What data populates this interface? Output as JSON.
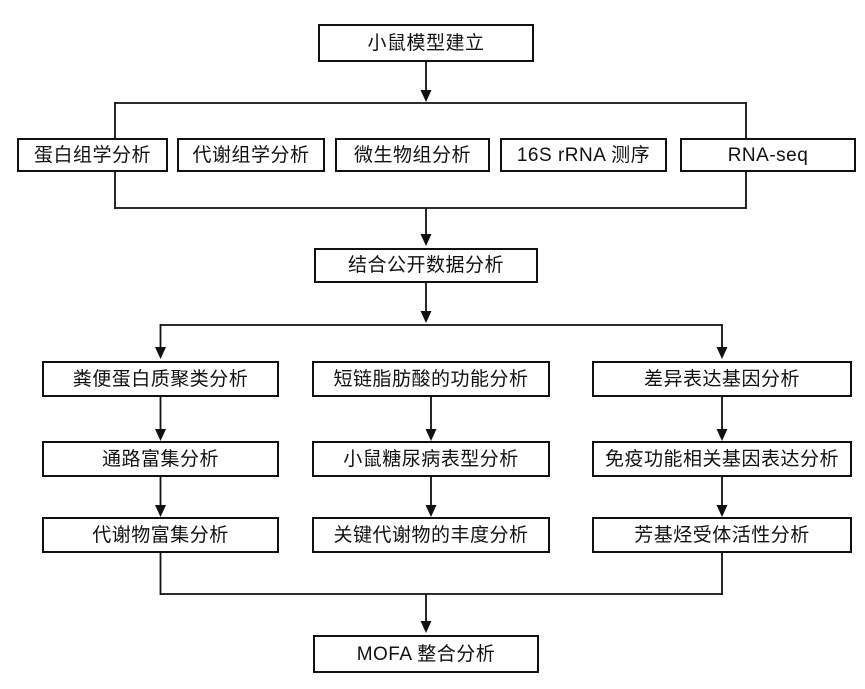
{
  "flowchart": {
    "root": {
      "label": "小鼠模型建立"
    },
    "omics_row": [
      {
        "label": "蛋白组学分析"
      },
      {
        "label": "代谢组学分析"
      },
      {
        "label": "微生物组分析"
      },
      {
        "label": "16S rRNA 测序"
      },
      {
        "label": "RNA-seq"
      }
    ],
    "combine": {
      "label": "结合公开数据分析"
    },
    "columns": [
      {
        "steps": [
          "粪便蛋白质聚类分析",
          "通路富集分析",
          "代谢物富集分析"
        ]
      },
      {
        "steps": [
          "短链脂肪酸的功能分析",
          "小鼠糖尿病表型分析",
          "关键代谢物的丰度分析"
        ]
      },
      {
        "steps": [
          "差异表达基因分析",
          "免疫功能相关基因表达分析",
          "芳基烃受体活性分析"
        ]
      }
    ],
    "final": {
      "label": "MOFA 整合分析"
    },
    "flow": [
      "小鼠模型建立 -> [蛋白组学分析, 代谢组学分析, 微生物组分析, 16S rRNA 测序, RNA-seq]",
      "[蛋白组学分析 ... RNA-seq] -> 结合公开数据分析",
      "结合公开数据分析 -> [粪便蛋白质聚类分析, 短链脂肪酸的功能分析, 差异表达基因分析]",
      "粪便蛋白质聚类分析 -> 通路富集分析 -> 代谢物富集分析",
      "短链脂肪酸的功能分析 -> 小鼠糖尿病表型分析 -> 关键代谢物的丰度分析",
      "差异表达基因分析 -> 免疫功能相关基因表达分析 -> 芳基烃受体活性分析",
      "[代谢物富集分析, 关键代谢物的丰度分析, 芳基烃受体活性分析] -> MOFA 整合分析"
    ],
    "colors": {
      "line": "#111111",
      "box_border": "#111111",
      "box_bg": "#ffffff",
      "text": "#111111",
      "background": "#ffffff"
    }
  }
}
